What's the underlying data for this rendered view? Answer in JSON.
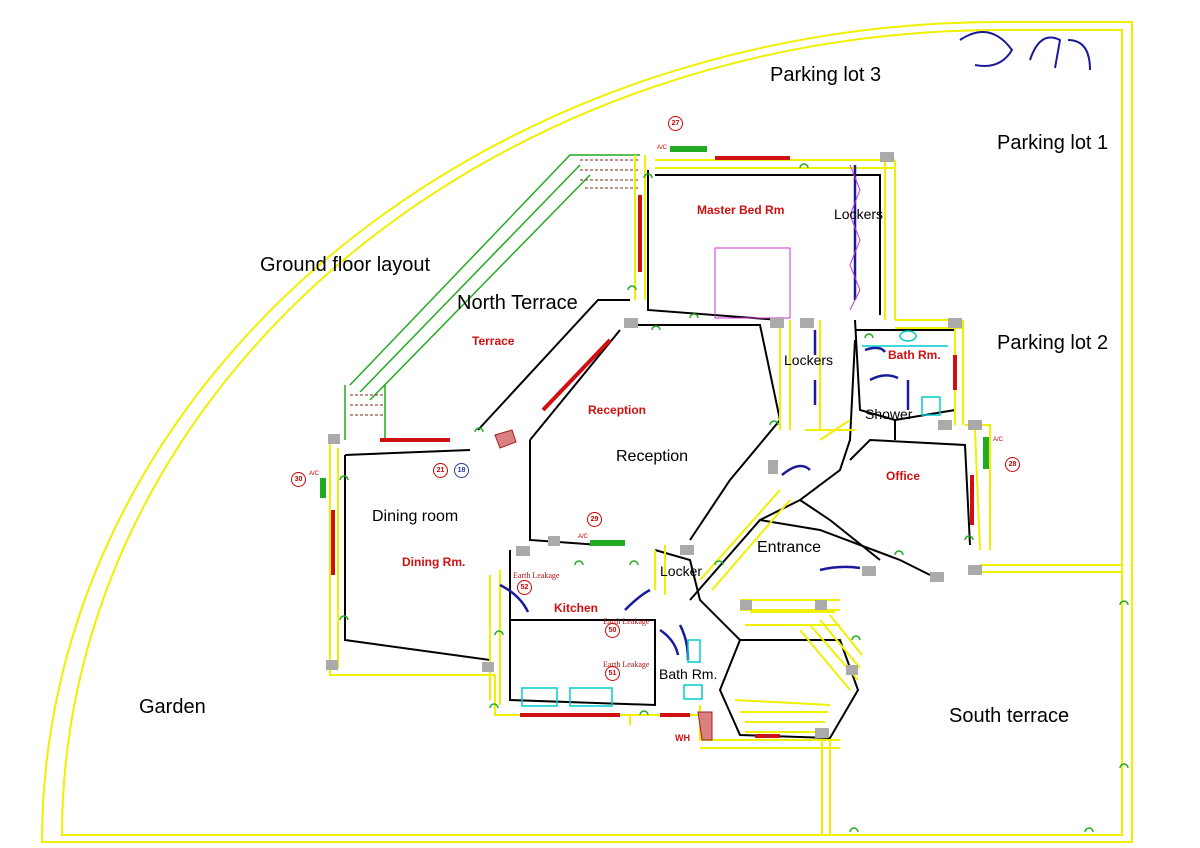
{
  "labels": {
    "parking_lot_3": "Parking lot 3",
    "parking_lot_1": "Parking lot 1",
    "parking_lot_2": "Parking lot 2",
    "ground_floor_layout": "Ground floor layout",
    "north_terrace": "North Terrace",
    "terrace": "Terrace",
    "master_bed_rm": "Master Bed Rm",
    "lockers_top": "Lockers",
    "lockers_mid": "Lockers",
    "bath_rm_upper": "Bath Rm.",
    "shower": "Shower",
    "reception_red": "Reception",
    "reception": "Reception",
    "office": "Office",
    "dining_room": "Dining room",
    "dining_rm": "Dining Rm.",
    "entrance": "Entrance",
    "locker": "Locker",
    "kitchen": "Kitchen",
    "bath_rm_lower": "Bath Rm.",
    "garden": "Garden",
    "south_terrace": "South terrace",
    "wh": "WH",
    "earth_leakage_1": "Earth Leakage",
    "earth_leakage_2": "Earth Leakage",
    "earth_leakage_3": "Earth Leakage",
    "ac_27": "A/C",
    "ac_28": "A/C",
    "ac_29": "A/C",
    "ac_30": "A/C"
  },
  "markers": {
    "m27": "27",
    "m28": "28",
    "m29": "29",
    "m30": "30",
    "m21": "21",
    "m18": "18",
    "m52": "52",
    "m50": "50",
    "m51": "51"
  },
  "colors": {
    "wall": "#000000",
    "boundary": "#f0f000",
    "window": "#d01010",
    "terrace_edge": "#22aa22",
    "door": "#1a1a9a",
    "bed": "#cc33cc",
    "fixture": "#00cccc",
    "label_red": "#d01010"
  }
}
